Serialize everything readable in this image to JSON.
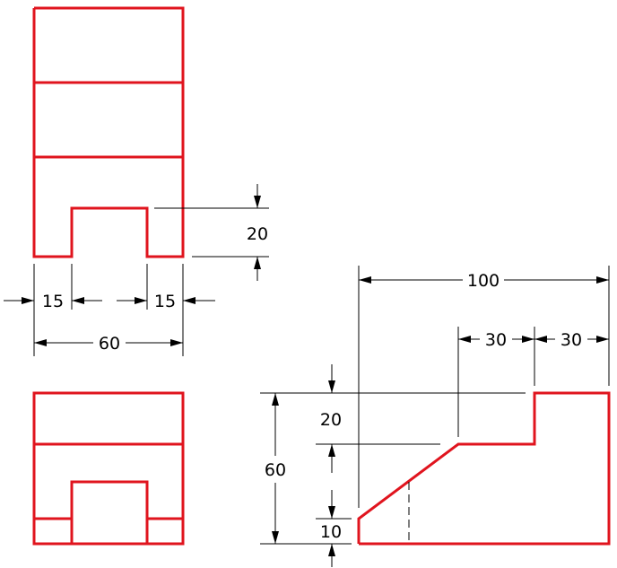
{
  "dimensions": {
    "slot_depth": "20",
    "left_leg": "15",
    "right_leg": "15",
    "total_width": "60",
    "front_length": "100",
    "top_step_a": "30",
    "top_step_b": "30",
    "front_step_height": "20",
    "front_height": "60",
    "front_bottom": "10"
  },
  "colors": {
    "object_line": "#e0141e",
    "dimension_line": "#000000"
  }
}
